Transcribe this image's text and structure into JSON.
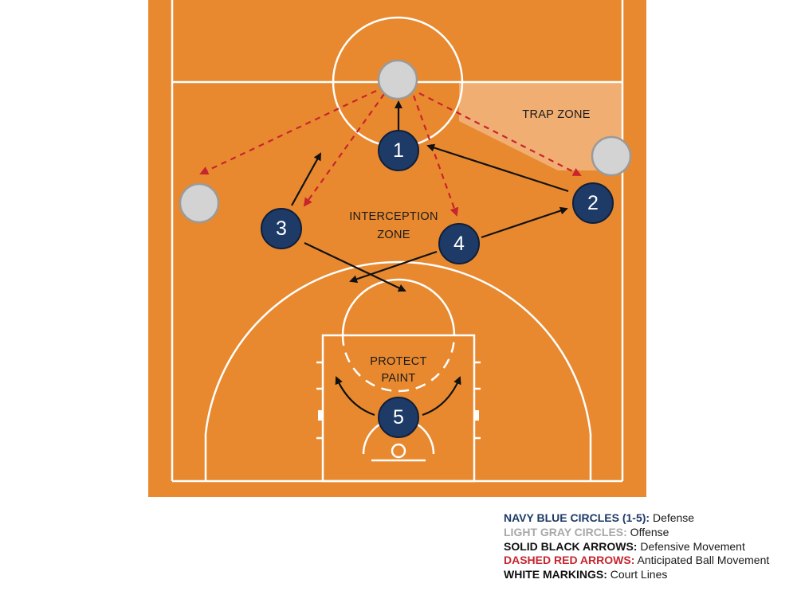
{
  "colors": {
    "court": "#E8892F",
    "court_lines": "#FFFFFF",
    "defense": "#1E3A66",
    "offense": "#D3D3D3",
    "offense_stroke": "#9A9A9A",
    "solid_arrow": "#111111",
    "dashed_arrow": "#C8242E",
    "trap_zone": "#F2B27A",
    "legend_defense": "#1E3A66",
    "legend_offense": "#A8A8A8",
    "legend_solid": "#111111",
    "legend_dashed": "#C8242E",
    "legend_white": "#111111"
  },
  "zones": {
    "trap": "TRAP ZONE",
    "interception_line1": "INTERCEPTION",
    "interception_line2": "ZONE",
    "protect_line1": "PROTECT",
    "protect_line2": "PAINT"
  },
  "defense": [
    {
      "label": "1"
    },
    {
      "label": "2"
    },
    {
      "label": "3"
    },
    {
      "label": "4"
    },
    {
      "label": "5"
    }
  ],
  "legend": [
    {
      "key": "NAVY BLUE CIRCLES (1-5):",
      "desc": " Defense",
      "color_key": "legend_defense"
    },
    {
      "key": "LIGHT GRAY CIRCLES:",
      "desc": " Offense",
      "color_key": "legend_offense"
    },
    {
      "key": "SOLID BLACK ARROWS:",
      "desc": " Defensive Movement",
      "color_key": "legend_solid"
    },
    {
      "key": "DASHED RED ARROWS:",
      "desc": " Anticipated Ball Movement",
      "color_key": "legend_dashed"
    },
    {
      "key": "WHITE MARKINGS:",
      "desc": " Court Lines",
      "color_key": "legend_white"
    }
  ]
}
